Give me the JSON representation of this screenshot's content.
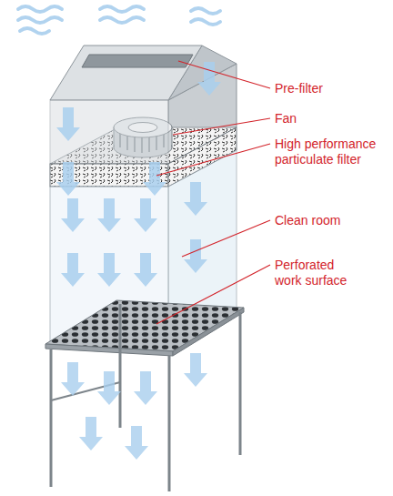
{
  "diagram": {
    "labels": [
      "Pre-filter",
      "Fan",
      "High performance particulate filter",
      "Clean room",
      "Perforated work surface"
    ]
  }
}
